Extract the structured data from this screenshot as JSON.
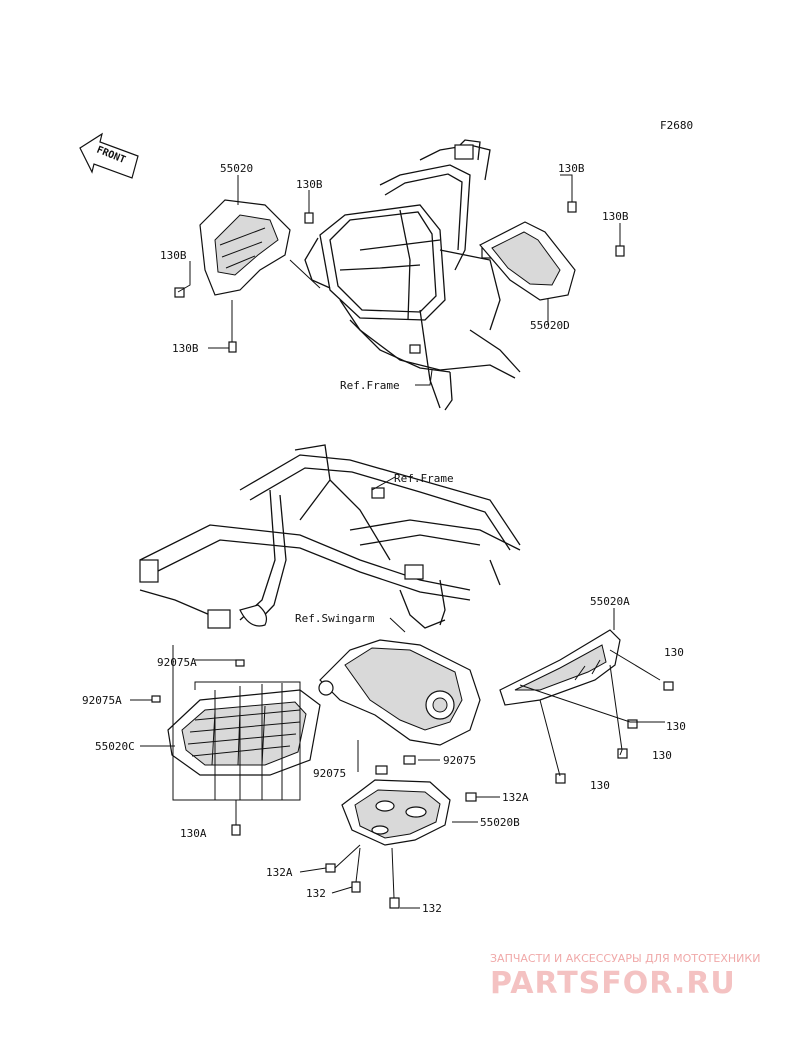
{
  "figure_id": "F2680",
  "front_label": "FRONT",
  "labels": {
    "top_55020": "55020",
    "top_130B_a": "130B",
    "top_130B_b": "130B",
    "top_130B_c": "130B",
    "top_130B_d": "130B",
    "top_130B_e": "130B",
    "top_55020D": "55020D",
    "top_ref_frame": "Ref.Frame",
    "bot_ref_frame": "Ref.Frame",
    "bot_ref_swingarm": "Ref.Swingarm",
    "bot_55020A": "55020A",
    "bot_130_a": "130",
    "bot_130_b": "130",
    "bot_130_c": "130",
    "bot_130_d": "130",
    "bot_92075A_a": "92075A",
    "bot_92075A_b": "92075A",
    "bot_55020C": "55020C",
    "bot_130A": "130A",
    "bot_92075_a": "92075",
    "bot_92075_b": "92075",
    "bot_132A_a": "132A",
    "bot_132A_b": "132A",
    "bot_55020B": "55020B",
    "bot_132_a": "132",
    "bot_132_b": "132"
  },
  "watermark": {
    "tagline": "ЗАПЧАСТИ И АКСЕССУАРЫ ДЛЯ МОТОТЕХНИКИ",
    "brand": "PARTSFOR.RU"
  }
}
